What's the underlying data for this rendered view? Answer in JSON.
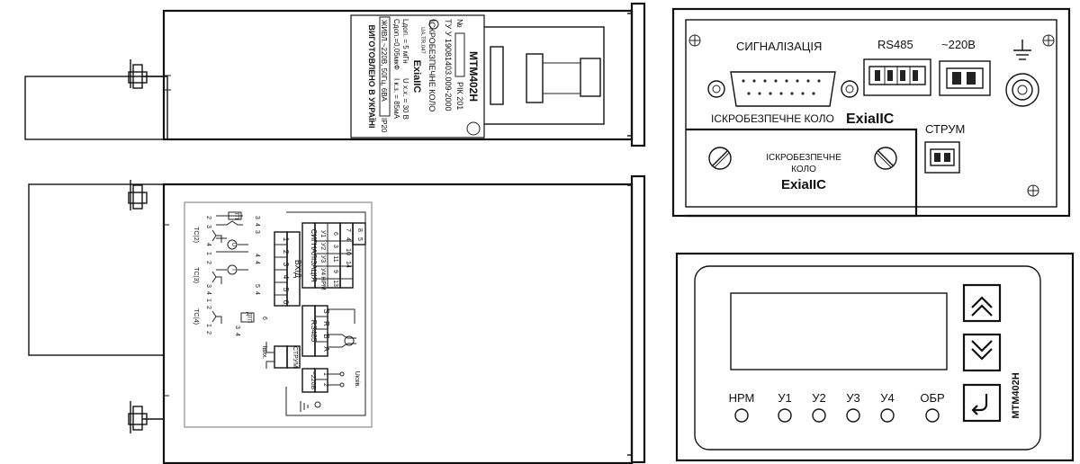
{
  "top_side": {
    "model": "МТМ402Н",
    "no_label": "№",
    "tu": "ТУ У 19081403.009-2000",
    "year_label": "РІК 201",
    "iskro": "ІСКРОБЕЗПЕЧНЕ КОЛО",
    "exia": "ExiaIIC",
    "params_left": [
      "Lдоп. = 5 мГн",
      "Cдоп.=0,05мкФ"
    ],
    "params_right": [
      "U х.х. = 30 В",
      "I к.з. = 85мА"
    ],
    "ua_mark": "UA.TR.047",
    "power": "ЖИВЛ.~220В, 50Гц, 6ВА",
    "ip": "IP20",
    "made": "ВИГОТОВЛЕНО В УКРАЇНІ"
  },
  "bottom_side": {
    "vhid": "ВХІД",
    "vhid_nums": [
      "1",
      "2",
      "3",
      "4",
      "5",
      "6"
    ],
    "sign": "СИГНАЛІЗАЦІЯ",
    "sign_u": [
      "У1",
      "У2",
      "У3",
      "У4",
      "НРМ"
    ],
    "sign_nums": [
      "8",
      "5",
      "7",
      "4",
      "10",
      "14",
      "6",
      "3",
      "11",
      "9",
      "13"
    ],
    "rs485": "RS485",
    "rs_pins": [
      "S",
      "R",
      "B",
      "A"
    ],
    "strum": "СТРУМ",
    "v220": "~220В",
    "v220_nums": [
      "1",
      "2"
    ],
    "tc_labels": [
      "ТС(2)",
      "ТС(3)",
      "ТС(4)"
    ],
    "wire_nums": [
      "3",
      "4",
      "3",
      "1",
      "2",
      "3",
      "4",
      "1",
      "2",
      "4",
      "4",
      "5",
      "4",
      "3",
      "4",
      "1",
      "2",
      "6",
      "1",
      "2",
      "3",
      "4"
    ],
    "tp_label": "ТП",
    "dtp_label": "ДТП",
    "u_label": "U",
    "i_label": "I",
    "ivyh": "Iвих.",
    "ukziv": "Uкзів."
  },
  "back_panel": {
    "signal": "СИГНАЛІЗАЦІЯ",
    "rs485": "RS485",
    "v220": "~220В",
    "iskro": "ІСКРОБЕЗПЕЧНЕ КОЛО",
    "exia": "ExiaIIC",
    "strum": "СТРУМ",
    "iskro_line1": "ІСКРОБЕЗПЕЧНЕ",
    "iskro_line2": "КОЛО",
    "exia2": "ExiaIIC"
  },
  "front_panel": {
    "model": "МТМ402Н",
    "leds": [
      "НРМ",
      "У1",
      "У2",
      "У3",
      "У4",
      "ОБР"
    ],
    "up_icon": "double-chevron-up-icon",
    "down_icon": "double-chevron-down-icon",
    "enter_icon": "enter-return-icon"
  }
}
